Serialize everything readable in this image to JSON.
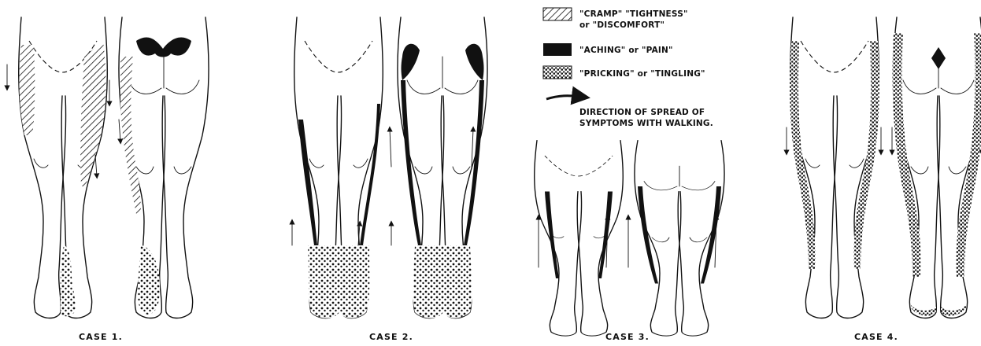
{
  "legend": {
    "hatched": {
      "label_line1": "\"CRAMP\" \"TIGHTNESS\"",
      "label_line2": "or \"DISCOMFORT\"",
      "pattern": "diagonal-hatch"
    },
    "solid": {
      "label": "\"ACHING\" or \"PAIN\"",
      "pattern": "solid-black"
    },
    "dotted": {
      "label": "\"PRICKING\" or \"TINGLING\"",
      "pattern": "stipple-dots"
    },
    "arrow": {
      "label_line1": "DIRECTION OF SPREAD OF",
      "label_line2": "SYMPTOMS WITH WALKING.",
      "icon": "arrow-right-icon"
    }
  },
  "cases": [
    {
      "caption": "CASE 1."
    },
    {
      "caption": "CASE 2."
    },
    {
      "caption": "CASE 3."
    },
    {
      "caption": "CASE 4."
    }
  ],
  "colors": {
    "ink": "#111111",
    "paper": "#ffffff"
  }
}
